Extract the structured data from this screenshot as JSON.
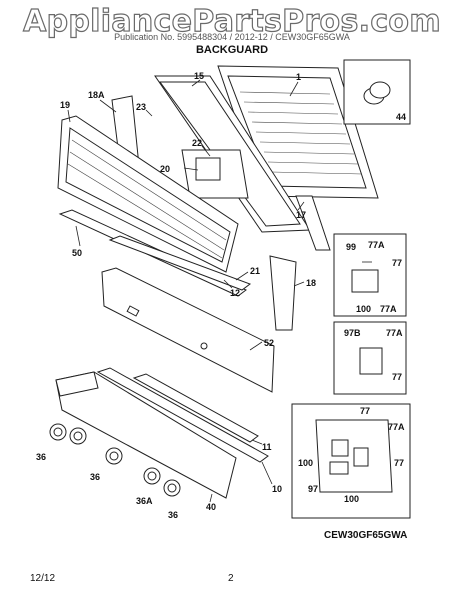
{
  "header": {
    "watermark": "AppliancePartsPros.com",
    "faint_text": "Publication No. 5995488304 / 2012-12 / CEW30GF65GWA",
    "title": "BACKGUARD"
  },
  "model": "CEW30GF65GWA",
  "footer": {
    "date": "12/12",
    "page": "2"
  },
  "labels": {
    "l1": "1",
    "l15": "15",
    "l18a": "18A",
    "l19": "19",
    "l23": "23",
    "l22": "22",
    "l20": "20",
    "l17": "17",
    "l50": "50",
    "l21": "21",
    "l12": "12",
    "l18": "18",
    "l52": "52",
    "l44": "44",
    "l99": "99",
    "l77a_1": "77A",
    "l77_1": "77",
    "l100_1": "100",
    "l77a_2": "77A",
    "l97b": "97B",
    "l77a_3": "77A",
    "l77_2": "77",
    "l77_3": "77",
    "l77a_4": "77A",
    "l100_2": "100",
    "l77_4": "77",
    "l97": "97",
    "l100_3": "100",
    "l11": "11",
    "l10": "10",
    "l36_1": "36",
    "l36_2": "36",
    "l36a": "36A",
    "l36_3": "36",
    "l40": "40"
  }
}
